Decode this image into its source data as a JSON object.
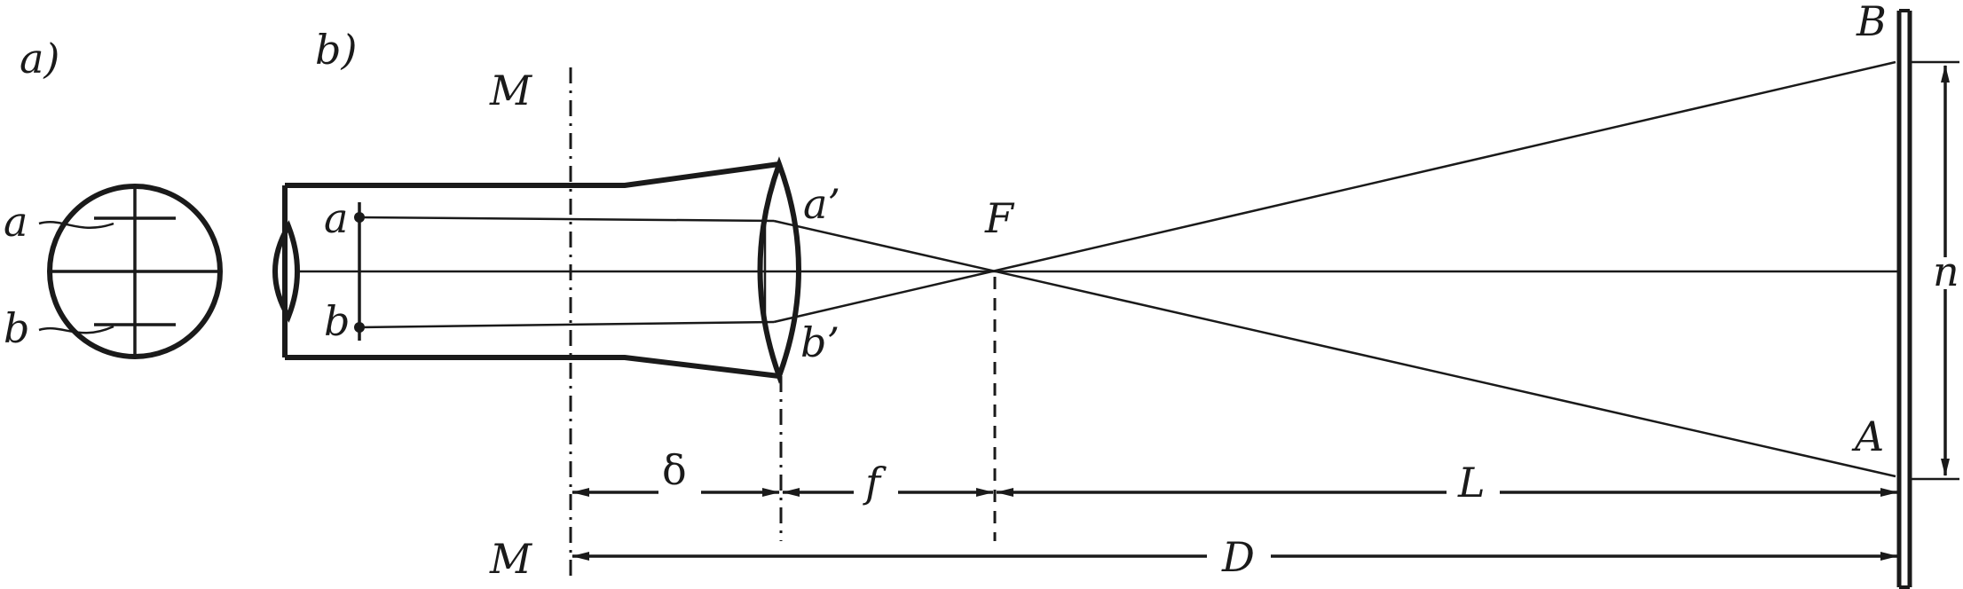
{
  "panels": {
    "a": "a)",
    "b": "b)"
  },
  "reticle": {
    "mark_a": "a",
    "mark_b": "b"
  },
  "telescope": {
    "mark_a": "a",
    "mark_b": "b",
    "mark_a_prime": "a’",
    "mark_b_prime": "b’"
  },
  "points": {
    "focus": "F",
    "top": "B",
    "bottom": "A",
    "plane_top": "M",
    "plane_bottom": "M"
  },
  "dimensions": {
    "delta": "δ",
    "f": "f",
    "L": "L",
    "D": "D",
    "n": "n"
  }
}
